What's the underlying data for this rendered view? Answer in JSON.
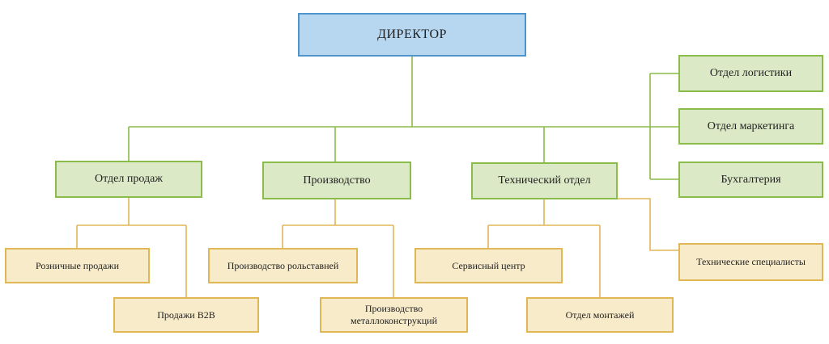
{
  "diagram": {
    "type": "org-chart",
    "nodes": {
      "director": {
        "label": "ДИРЕКТОР",
        "level": "top"
      },
      "sales": {
        "label": "Отдел продаж",
        "level": "department"
      },
      "production": {
        "label": "Производство",
        "level": "department"
      },
      "technical": {
        "label": "Технический отдел",
        "level": "department"
      },
      "logistics": {
        "label": "Отдел логистики",
        "level": "department"
      },
      "marketing": {
        "label": "Отдел маркетинга",
        "level": "department"
      },
      "accounting": {
        "label": "Бухгалтерия",
        "level": "department"
      },
      "retail_sales": {
        "label": "Розничные продажи",
        "level": "unit"
      },
      "b2b_sales": {
        "label": "Продажи B2B",
        "level": "unit"
      },
      "rollshutter_production": {
        "label": "Производство рольставней",
        "level": "unit"
      },
      "metal_structures_production": {
        "label": "Производство металлоконструкций",
        "level": "unit"
      },
      "service_center": {
        "label": "Сервисный центр",
        "level": "unit"
      },
      "installation_department": {
        "label": "Отдел монтажей",
        "level": "unit"
      },
      "technical_specialists": {
        "label": "Технические специалисты",
        "level": "unit"
      }
    },
    "edges": [
      {
        "from": "director",
        "to": "sales"
      },
      {
        "from": "director",
        "to": "production"
      },
      {
        "from": "director",
        "to": "technical"
      },
      {
        "from": "director",
        "to": "logistics"
      },
      {
        "from": "director",
        "to": "marketing"
      },
      {
        "from": "director",
        "to": "accounting"
      },
      {
        "from": "sales",
        "to": "retail_sales"
      },
      {
        "from": "sales",
        "to": "b2b_sales"
      },
      {
        "from": "production",
        "to": "rollshutter_production"
      },
      {
        "from": "production",
        "to": "metal_structures_production"
      },
      {
        "from": "technical",
        "to": "service_center"
      },
      {
        "from": "technical",
        "to": "installation_department"
      },
      {
        "from": "technical",
        "to": "technical_specialists"
      }
    ],
    "colors": {
      "node_blue_fill": "#b7d7f0",
      "node_blue_border": "#4f95cc",
      "node_green_fill": "#dce9c6",
      "node_green_border": "#8abc49",
      "node_tan_fill": "#f7ebca",
      "node_tan_border": "#dfb855",
      "line_green": "#8abc49",
      "line_orange": "#e2b658",
      "text": "#1f1f1f"
    }
  }
}
